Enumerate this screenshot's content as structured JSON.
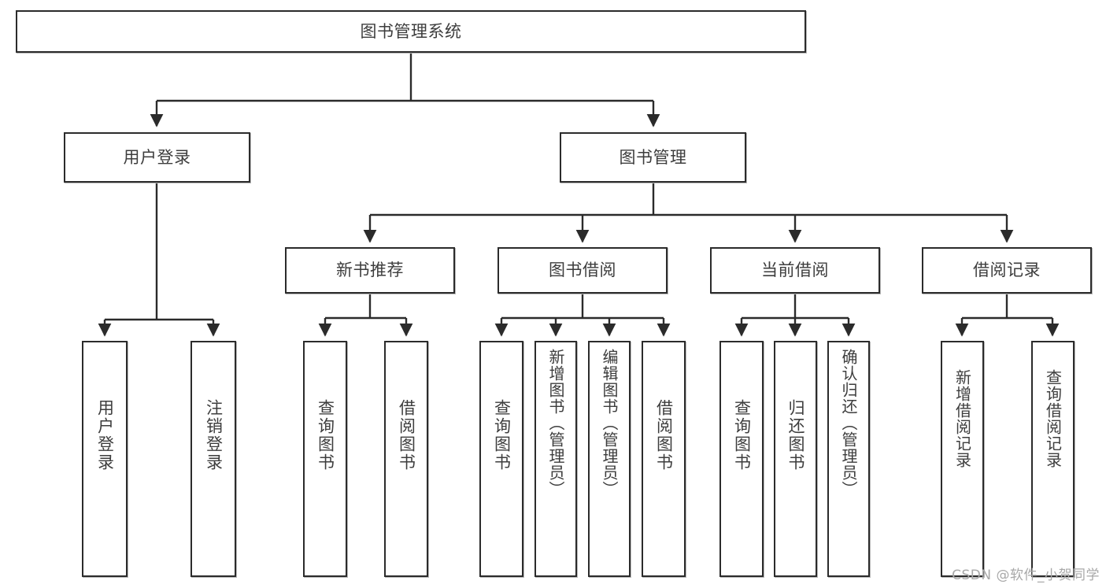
{
  "diagram": {
    "title": "图书管理系统",
    "watermark": "CSDN @软件_小贺同学",
    "colors": {
      "box_border": "#2b2b2b",
      "box_fill": "#ffffff",
      "text": "#3d3d3d",
      "connector": "#2b2b2b",
      "watermark": "#a8a8a8",
      "background": "#ffffff"
    },
    "levels": {
      "root": "图书管理系统",
      "level2": [
        "用户登录",
        "图书管理"
      ],
      "level3": [
        "新书推荐",
        "图书借阅",
        "当前借阅",
        "借阅记录"
      ]
    }
  },
  "nodes": {
    "root": {
      "label": "图书管理系统"
    },
    "user_login": {
      "label": "用户登录"
    },
    "book_manage": {
      "label": "图书管理"
    },
    "new_book_rec": {
      "label": "新书推荐"
    },
    "book_borrow": {
      "label": "图书借阅"
    },
    "current_borrow": {
      "label": "当前借阅"
    },
    "borrow_record": {
      "label": "借阅记录"
    },
    "leaf_user_login": {
      "label": "用户登录"
    },
    "leaf_logout": {
      "label": "注销登录"
    },
    "leaf_query_book_1": {
      "label": "查询图书"
    },
    "leaf_borrow_book_1": {
      "label": "借阅图书"
    },
    "leaf_query_book_2": {
      "label": "查询图书"
    },
    "leaf_add_book_admin": {
      "label": "新增图书（管理员）"
    },
    "leaf_edit_book_admin": {
      "label": "编辑图书（管理员）"
    },
    "leaf_borrow_book_2": {
      "label": "借阅图书"
    },
    "leaf_query_book_3": {
      "label": "查询图书"
    },
    "leaf_return_book": {
      "label": "归还图书"
    },
    "leaf_confirm_return_admin": {
      "label": "确认归还（管理员）"
    },
    "leaf_add_borrow_record": {
      "label": "新增借阅记录"
    },
    "leaf_query_borrow_record": {
      "label": "查询借阅记录"
    }
  },
  "tree": {
    "name": "图书管理系统",
    "children": [
      {
        "name": "用户登录",
        "children": [
          {
            "name": "用户登录"
          },
          {
            "name": "注销登录"
          }
        ]
      },
      {
        "name": "图书管理",
        "children": [
          {
            "name": "新书推荐",
            "children": [
              {
                "name": "查询图书"
              },
              {
                "name": "借阅图书"
              }
            ]
          },
          {
            "name": "图书借阅",
            "children": [
              {
                "name": "查询图书"
              },
              {
                "name": "新增图书（管理员）"
              },
              {
                "name": "编辑图书（管理员）"
              },
              {
                "name": "借阅图书"
              }
            ]
          },
          {
            "name": "当前借阅",
            "children": [
              {
                "name": "查询图书"
              },
              {
                "name": "归还图书"
              },
              {
                "name": "确认归还（管理员）"
              }
            ]
          },
          {
            "name": "借阅记录",
            "children": [
              {
                "name": "新增借阅记录"
              },
              {
                "name": "查询借阅记录"
              }
            ]
          }
        ]
      }
    ]
  }
}
